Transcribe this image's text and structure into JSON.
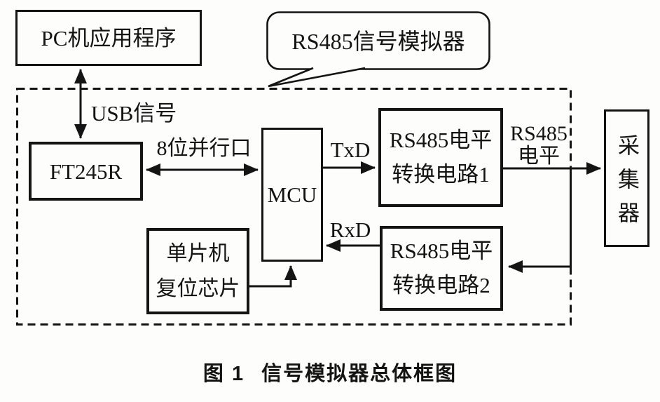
{
  "figure_caption": {
    "label": "图 1",
    "title": "信号模拟器总体框图"
  },
  "callout": {
    "text": "RS485信号模拟器"
  },
  "blocks": {
    "pc_app": "PC机应用程序",
    "ft245r": "FT245R",
    "mcu": "MCU",
    "converter1": [
      "RS485电平",
      "转换电路1"
    ],
    "converter2": [
      "RS485电平",
      "转换电路2"
    ],
    "reset_chip": [
      "单片机",
      "复位芯片"
    ],
    "collector": "采集器"
  },
  "edge_labels": {
    "usb": "USB信号",
    "parallel_port": "8位并行口",
    "txd": "TxD",
    "rxd": "RxD",
    "rs485_level": [
      "RS485",
      "电平"
    ]
  },
  "colors": {
    "ink": "#141414",
    "paper": "#fdfdfb"
  }
}
